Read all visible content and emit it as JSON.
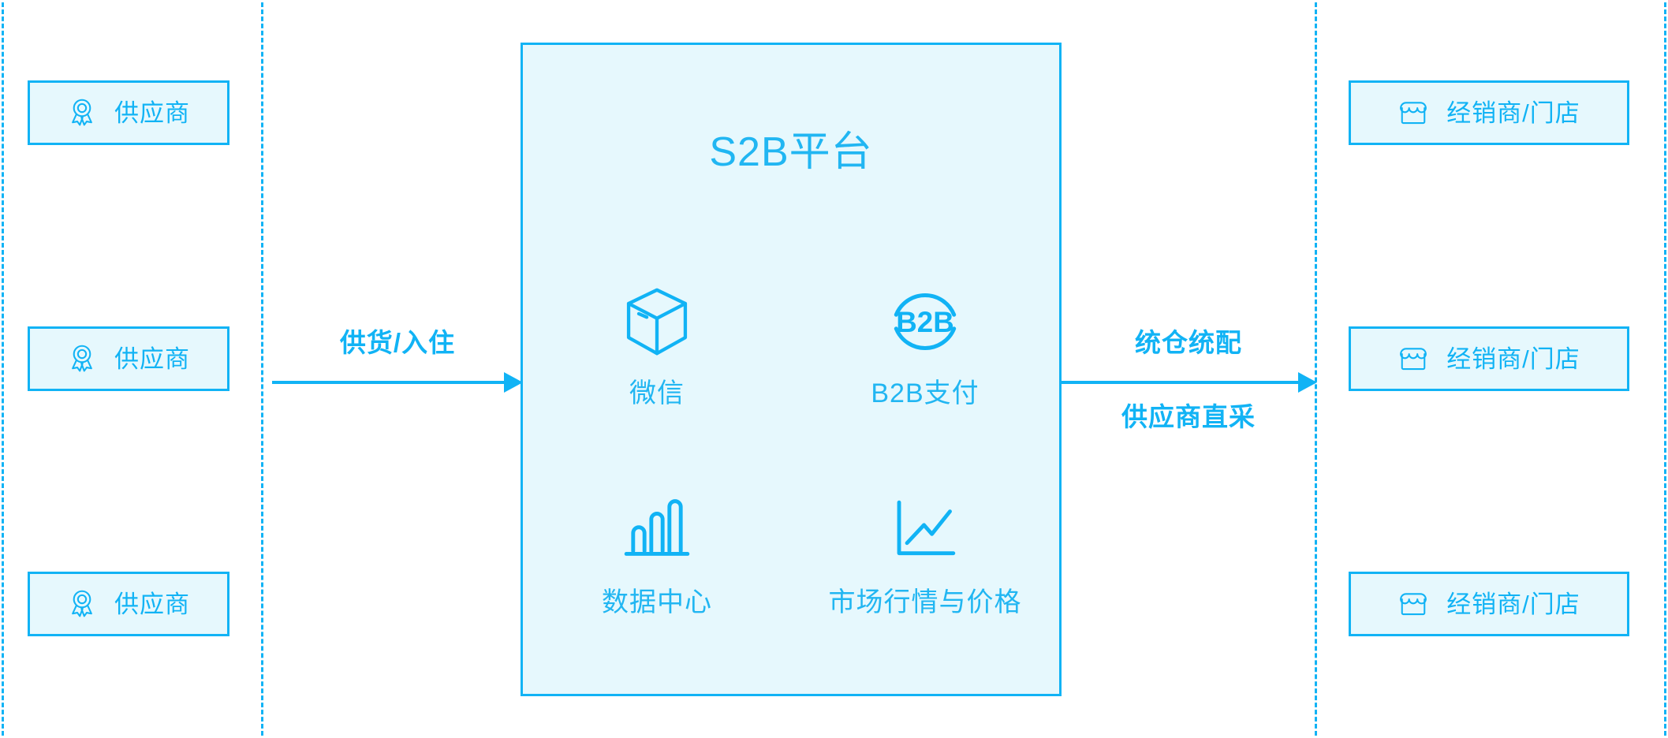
{
  "colors": {
    "accent": "#11b3f5",
    "accent_text": "#21b6f2",
    "box_fill": "#e6f8fd",
    "page_background": "#ffffff"
  },
  "left_zone": {
    "name": "suppliers-zone",
    "items": [
      {
        "label": "供应商",
        "icon": "award-ribbon-icon"
      },
      {
        "label": "供应商",
        "icon": "award-ribbon-icon"
      },
      {
        "label": "供应商",
        "icon": "award-ribbon-icon"
      }
    ]
  },
  "platform": {
    "title": "S2B平台",
    "features": [
      {
        "label": "微信",
        "icon": "package-box-icon"
      },
      {
        "label": "B2B支付",
        "icon": "b2b-circle-icon",
        "icon_text": "B2B"
      },
      {
        "label": "数据中心",
        "icon": "bar-chart-icon"
      },
      {
        "label": "市场行情与价格",
        "icon": "line-chart-icon"
      }
    ]
  },
  "right_zone": {
    "name": "dealers-zone",
    "items": [
      {
        "label": "经销商/门店",
        "icon": "storefront-icon"
      },
      {
        "label": "经销商/门店",
        "icon": "storefront-icon"
      },
      {
        "label": "经销商/门店",
        "icon": "storefront-icon"
      }
    ]
  },
  "flows": {
    "inbound": {
      "caption": "供货/入住",
      "icon": "arrow-right-icon",
      "direction": "suppliers-to-platform"
    },
    "outbound": {
      "caption_above": "统仓统配",
      "caption_below": "供应商直采",
      "icon": "arrow-right-icon",
      "direction": "platform-to-dealers"
    }
  }
}
